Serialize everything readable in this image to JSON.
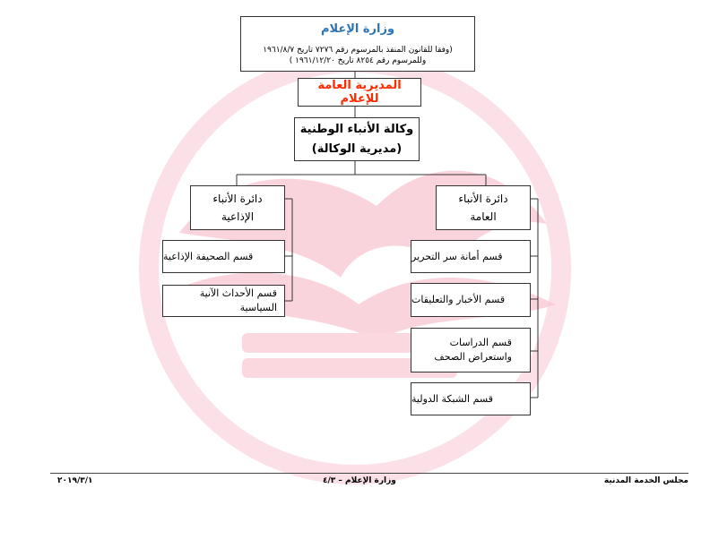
{
  "ministry": {
    "name": "وزارة الإعلام",
    "note": "(وفقا للقانون المنفذ بالمرسوم رقم ٧٢٧٦ تاريخ ١٩٦١/٨/٧ وللمرسوم رقم ٨٢٥٤ تاريخ ١٩٦١/١٢/٢٠ )"
  },
  "general_directorate": "المديرية العامة للإعلام",
  "agency": {
    "line1": "وكالة الأنباء الوطنية",
    "line2": "(مديرية الوكالة)"
  },
  "departments": [
    {
      "line1": "دائرة الأنباء",
      "line2": "العامة",
      "sections": [
        "قسم أمانة سر التحرير",
        "قسم الأخبار والتعليقات",
        "قسم الدراسات واستعراض الصحف",
        "قسم الشبكة الدولية"
      ]
    },
    {
      "line1": "دائرة الأنباء",
      "line2": "الإذاعية",
      "sections": [
        "قسم الصحيفة الإذاعية",
        "قسم الأحداث الآنية السياسية"
      ]
    }
  ],
  "footer": {
    "org": "مجلس الخدمة المدنية",
    "page": "وزارة الإعلام – ٤/٣",
    "date": "٢٠١٩/٣/١"
  },
  "colors": {
    "ministry_name": "#2e74b5",
    "general_directorate": "#ff2a00",
    "watermark": "#f9c9d3"
  }
}
